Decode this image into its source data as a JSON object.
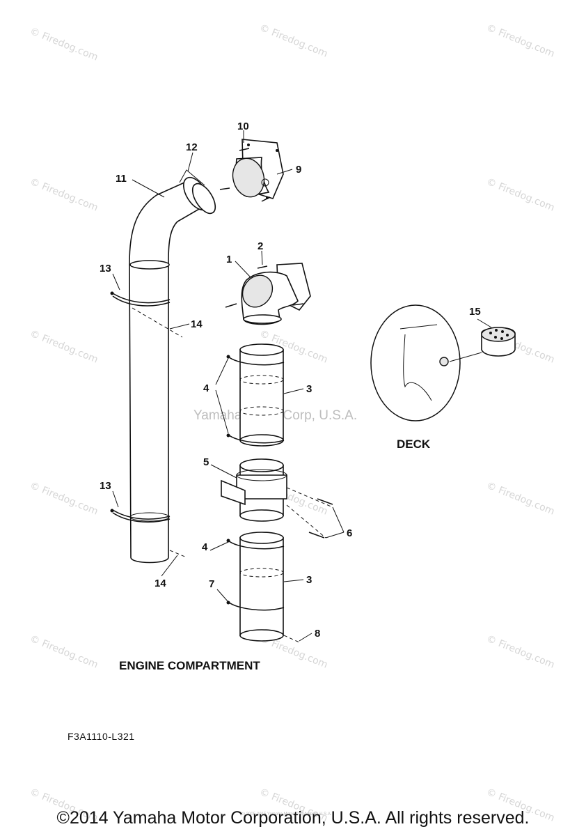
{
  "watermark": {
    "text": "© Firedog.com",
    "center_text": "Yamaha Motor Corp, U.S.A."
  },
  "callouts": {
    "c1": "1",
    "c2": "2",
    "c3a": "3",
    "c3b": "3",
    "c4a": "4",
    "c4b": "4",
    "c5": "5",
    "c6": "6",
    "c7": "7",
    "c8": "8",
    "c9": "9",
    "c10": "10",
    "c11": "11",
    "c12": "12",
    "c13a": "13",
    "c13b": "13",
    "c14a": "14",
    "c14b": "14",
    "c15": "15"
  },
  "labels": {
    "deck": "DECK",
    "engine_compartment": "ENGINE COMPARTMENT",
    "diagram_code": "F3A1110-L321"
  },
  "footer": {
    "tiny_notice": "(c) 2005-2015 Yamaha Motor Corporation, U.S.A.",
    "copyright": "©2014 Yamaha Motor Corporation, U.S.A. All rights reserved."
  }
}
